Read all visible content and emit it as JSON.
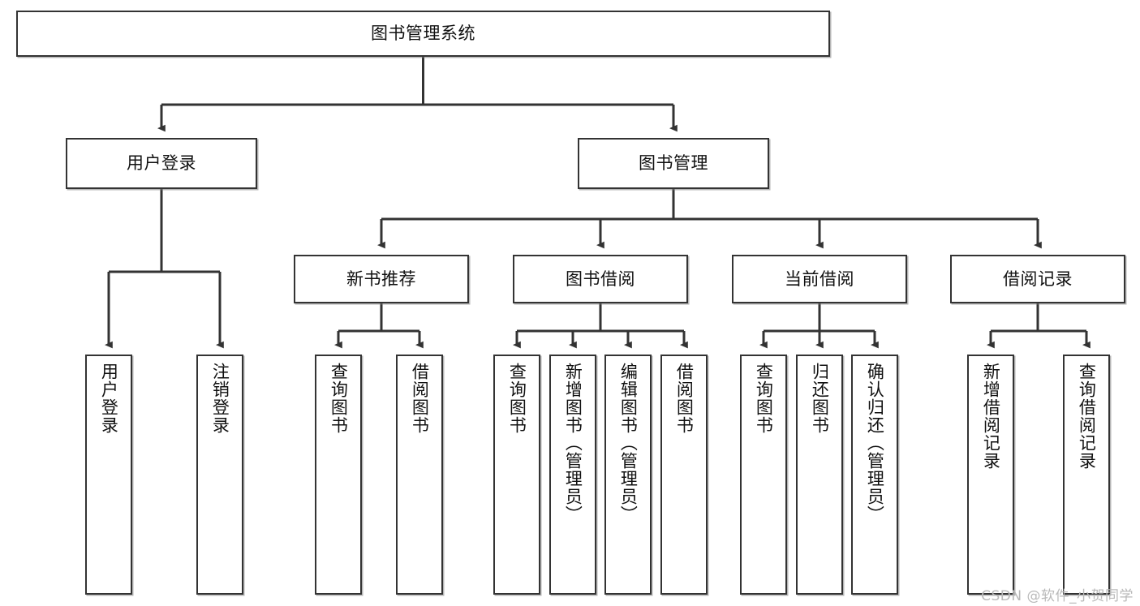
{
  "diagram": {
    "title": "图书管理系统",
    "type": "tree-hierarchy",
    "watermark": "CSDN @软件_小贺同学",
    "colors": {
      "box_border": "#333333",
      "box_fill": "#ffffff",
      "edge": "#333333",
      "text": "#111111",
      "watermark": "#b9b9b9"
    },
    "root": {
      "label": "图书管理系统"
    },
    "level2": [
      {
        "label": "用户登录"
      },
      {
        "label": "图书管理"
      }
    ],
    "level3": [
      {
        "label": "新书推荐"
      },
      {
        "label": "图书借阅"
      },
      {
        "label": "当前借阅"
      },
      {
        "label": "借阅记录"
      }
    ],
    "leaves": {
      "user_login": [
        {
          "label": "用户登录"
        },
        {
          "label": "注销登录"
        }
      ],
      "new_book_recommend": [
        {
          "label": "查询图书"
        },
        {
          "label": "借阅图书"
        }
      ],
      "book_borrow": [
        {
          "label": "查询图书"
        },
        {
          "label": "新增图书（管理员）"
        },
        {
          "label": "编辑图书（管理员）"
        },
        {
          "label": "借阅图书"
        }
      ],
      "current_borrow": [
        {
          "label": "查询图书"
        },
        {
          "label": "归还图书"
        },
        {
          "label": "确认归还（管理员）"
        }
      ],
      "borrow_record": [
        {
          "label": "新增借阅记录"
        },
        {
          "label": "查询借阅记录"
        }
      ]
    }
  }
}
